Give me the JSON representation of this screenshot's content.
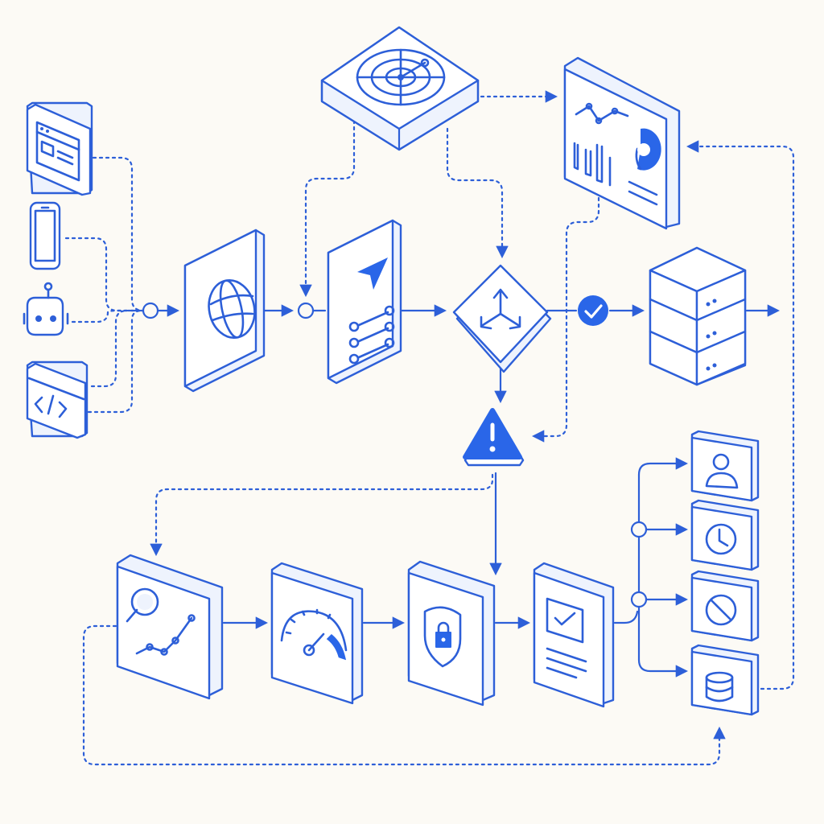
{
  "theme": {
    "background": "#fcfaf5",
    "line": "#2d5fd8",
    "accent": "#2a66e8",
    "panel_fill": "#ffffff",
    "panel_side": "#eef3fd"
  },
  "nodes": [
    {
      "id": "web-client",
      "icon": "browser-window-icon"
    },
    {
      "id": "mobile-client",
      "icon": "smartphone-icon"
    },
    {
      "id": "bot-client",
      "icon": "robot-icon"
    },
    {
      "id": "api-client",
      "icon": "code-window-icon"
    },
    {
      "id": "gateway",
      "icon": "globe-icon"
    },
    {
      "id": "router",
      "icon": "navigation-arrow-icon"
    },
    {
      "id": "load-balancer",
      "icon": "distribute-arrows-icon"
    },
    {
      "id": "radar-monitor",
      "icon": "radar-icon"
    },
    {
      "id": "analytics-dashboard",
      "icon": "charts-dashboard-icon"
    },
    {
      "id": "database-cluster",
      "icon": "server-stack-icon"
    },
    {
      "id": "alert",
      "icon": "warning-triangle-icon"
    },
    {
      "id": "search-analyzer",
      "icon": "magnifier-trend-icon"
    },
    {
      "id": "performance-gauge",
      "icon": "speedometer-icon"
    },
    {
      "id": "security-shield",
      "icon": "shield-lock-icon"
    },
    {
      "id": "approval-document",
      "icon": "checklist-document-icon"
    },
    {
      "id": "user-output",
      "icon": "user-icon"
    },
    {
      "id": "schedule-output",
      "icon": "clock-icon"
    },
    {
      "id": "blocked-output",
      "icon": "prohibited-icon"
    },
    {
      "id": "storage-output",
      "icon": "database-icon"
    }
  ]
}
